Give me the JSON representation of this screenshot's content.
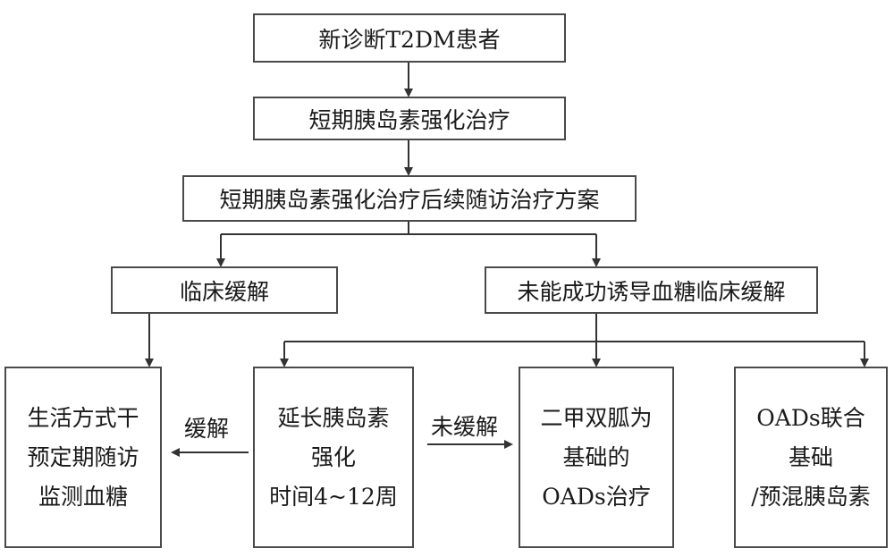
{
  "colors": {
    "line": "#333333",
    "border": "#4a4a4a",
    "text": "#1a1a1a"
  },
  "nodes": {
    "new_patient": "新诊断T2DM患者",
    "short_term_therapy": "短期胰岛素强化治疗",
    "followup_plan": "短期胰岛素强化治疗后续随访治疗方案",
    "remission": "临床缓解",
    "no_remission": "未能成功诱导血糖临床缓解",
    "lifestyle": [
      "生活方式干",
      "预定期随访",
      "监测血糖"
    ],
    "extend_insulin": [
      "延长胰岛素",
      "强化",
      "时间4~12周"
    ],
    "metformin": [
      "二甲双胍为",
      "基础的",
      "OADs治疗"
    ],
    "oads_combo": [
      "OADs联合",
      "基础",
      "/预混胰岛素"
    ]
  },
  "edge_labels": {
    "remitted": "缓解",
    "not_remitted": "未缓解"
  }
}
